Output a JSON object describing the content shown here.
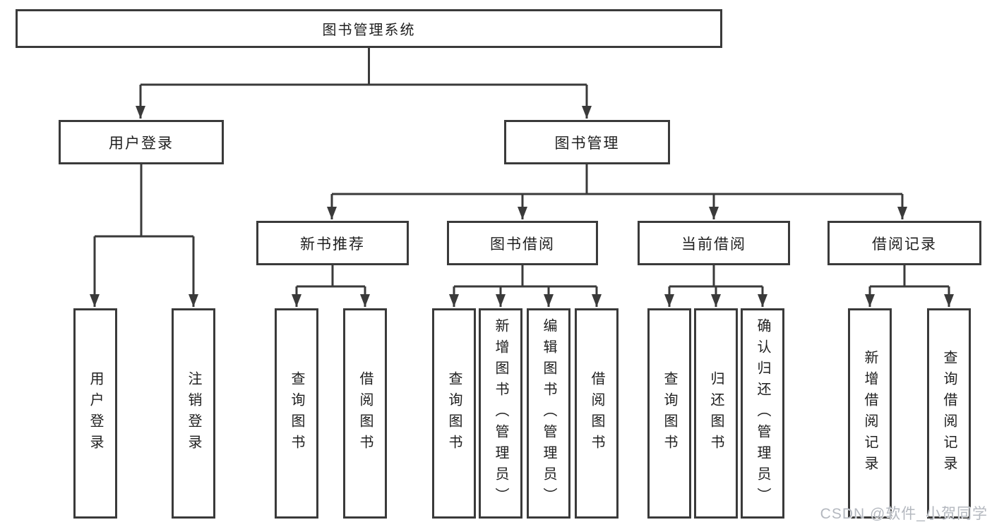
{
  "colors": {
    "line": "#3a3a3a",
    "box_border": "#3a3a3a",
    "text": "#1f1f1f",
    "background": "#ffffff",
    "watermark": "#b4b8bf"
  },
  "watermark": {
    "text": "CSDN @软件_小贺同学"
  },
  "tree": {
    "root": {
      "label": "图书管理系统",
      "children": [
        {
          "label": "用户登录",
          "children": [
            {
              "label": "用户登录"
            },
            {
              "label": "注销登录"
            }
          ]
        },
        {
          "label": "图书管理",
          "children": [
            {
              "label": "新书推荐",
              "children": [
                {
                  "label": "查询图书"
                },
                {
                  "label": "借阅图书"
                }
              ]
            },
            {
              "label": "图书借阅",
              "children": [
                {
                  "label": "查询图书"
                },
                {
                  "label": "新增图书（管理员）"
                },
                {
                  "label": "编辑图书（管理员）"
                },
                {
                  "label": "借阅图书"
                }
              ]
            },
            {
              "label": "当前借阅",
              "children": [
                {
                  "label": "查询图书"
                },
                {
                  "label": "归还图书"
                },
                {
                  "label": "确认归还（管理员）"
                }
              ]
            },
            {
              "label": "借阅记录",
              "children": [
                {
                  "label": "新增借阅记录"
                },
                {
                  "label": "查询借阅记录"
                }
              ]
            }
          ]
        }
      ]
    }
  }
}
